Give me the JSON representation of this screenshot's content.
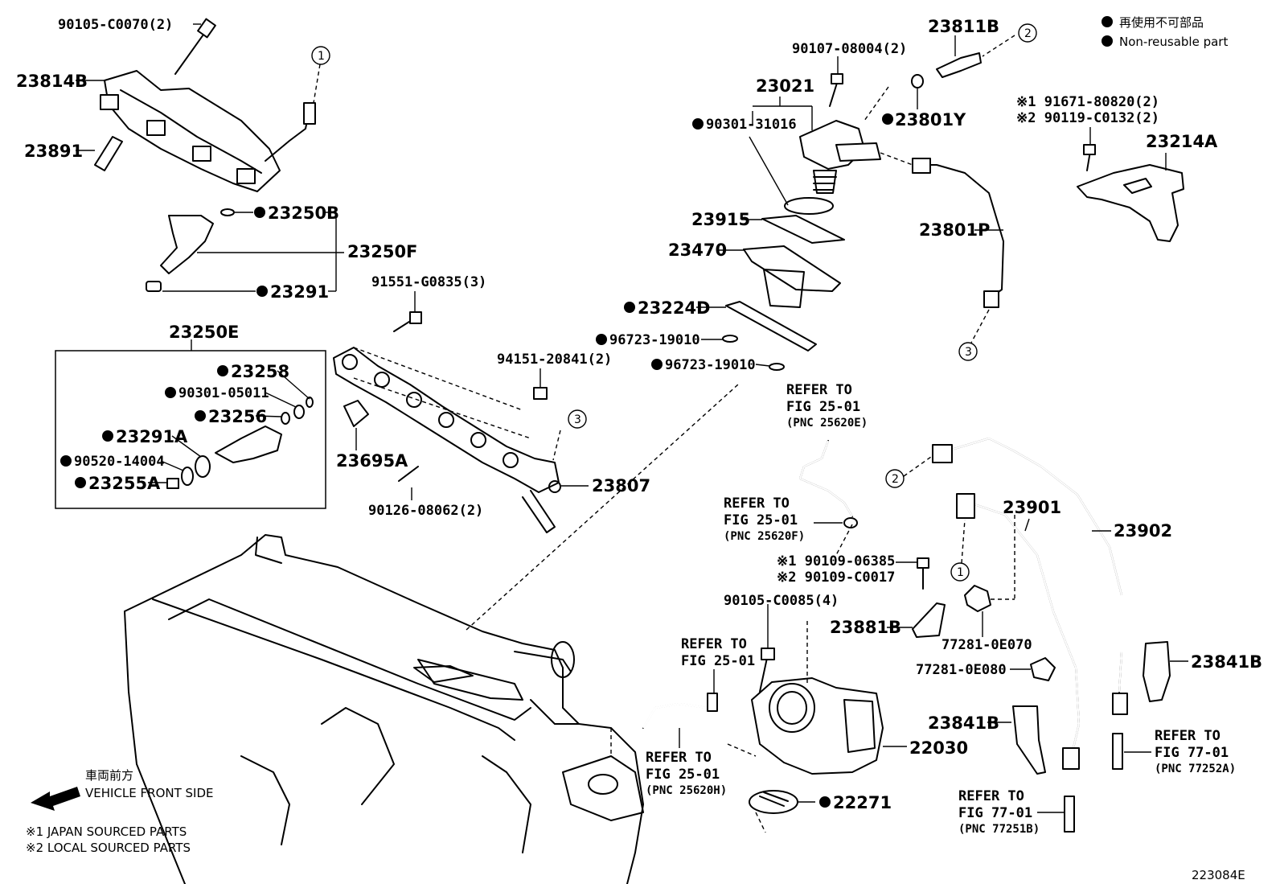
{
  "legend": {
    "non_reusable_ja": "再使用不可部品",
    "non_reusable_en": "Non-reusable part",
    "vehicle_front_ja": "車両前方",
    "vehicle_front_en": "VEHICLE FRONT SIDE",
    "note1": "※1 JAPAN SOURCED PARTS",
    "note2": "※2 LOCAL SOURCED PARTS"
  },
  "figure_code": "223084E",
  "callouts": [
    "1",
    "2",
    "3"
  ],
  "parts": {
    "p90105_c0070": "90105-C0070(2)",
    "p23814b": "23814B",
    "p23891": "23891",
    "p23250b": "23250B",
    "p23250f": "23250F",
    "p23291": "23291",
    "p91551": "91551-G0835(3)",
    "p23250e": "23250E",
    "p23258": "23258",
    "p90301_05011": "90301-05011",
    "p23256": "23256",
    "p23291a": "23291A",
    "p90520": "90520-14004",
    "p23255a": "23255A",
    "p23695a": "23695A",
    "p90126": "90126-08062(2)",
    "p94151": "94151-20841(2)",
    "p23807": "23807",
    "p90107": "90107-08004(2)",
    "p23021": "23021",
    "p90301_31016": "90301-31016",
    "p23801y": "23801Y",
    "p23811b": "23811B",
    "p23915": "23915",
    "p23470": "23470",
    "p23224d": "23224D",
    "p96723_a": "96723-19010",
    "p96723_b": "96723-19010",
    "p23801p": "23801P",
    "p91671": "※1 91671-80820(2)",
    "p90119": "※2 90119-C0132(2)",
    "p23214a": "23214A",
    "p23901": "23901",
    "p23902": "23902",
    "p90109_06385": "※1 90109-06385",
    "p90109_c0017": "※2 90109-C0017",
    "p90105_c0085": "90105-C0085(4)",
    "p23881b": "23881B",
    "p77281_0e070": "77281-0E070",
    "p77281_0e080": "77281-0E080",
    "p23841b_a": "23841B",
    "p23841b_b": "23841B",
    "p22030": "22030",
    "p22271": "22271"
  },
  "refs": {
    "r1": {
      "l1": "REFER TO",
      "l2": "FIG 25-01",
      "l3": "(PNC 25620E)"
    },
    "r2": {
      "l1": "REFER TO",
      "l2": "FIG 25-01",
      "l3": "(PNC 25620F)"
    },
    "r3": {
      "l1": "REFER TO",
      "l2": "FIG 25-01"
    },
    "r4": {
      "l1": "REFER TO",
      "l2": "FIG 25-01",
      "l3": "(PNC 25620H)"
    },
    "r5": {
      "l1": "REFER TO",
      "l2": "FIG 77-01",
      "l3": "(PNC 77251B)"
    },
    "r6": {
      "l1": "REFER TO",
      "l2": "FIG 77-01",
      "l3": "(PNC 77252A)"
    }
  }
}
